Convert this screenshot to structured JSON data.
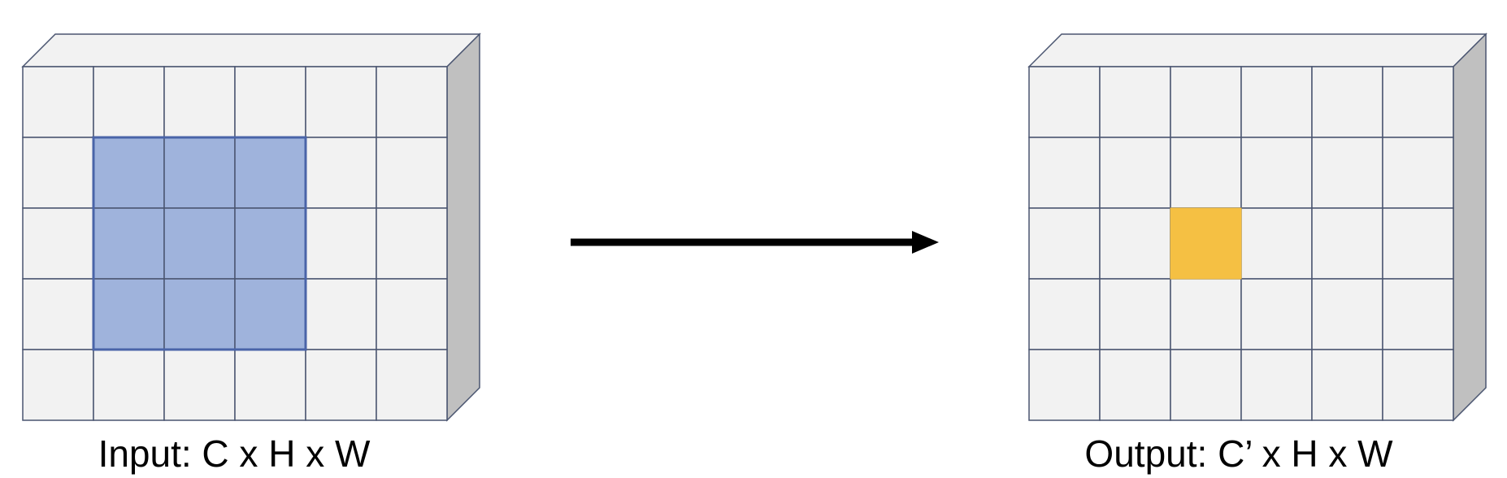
{
  "diagram": {
    "description_free": true,
    "input": {
      "caption": "Input: C x H x W",
      "rows": 5,
      "cols": 6,
      "highlight": {
        "row_start": 1,
        "col_start": 1,
        "rows": 3,
        "cols": 3
      }
    },
    "output": {
      "caption": "Output: C’ x H x W",
      "rows": 5,
      "cols": 6,
      "highlight": {
        "row_start": 2,
        "col_start": 2,
        "rows": 1,
        "cols": 1
      }
    },
    "colors": {
      "cell_fill": "#f2f2f2",
      "grid_line": "#4a5570",
      "side_fill": "#c0c0c0",
      "top_fill": "#f2f2f2",
      "input_highlight": "#9fb3dc",
      "input_highlight_border": "#4a64a8",
      "output_highlight": "#f5c043",
      "arrow": "#000000"
    }
  }
}
